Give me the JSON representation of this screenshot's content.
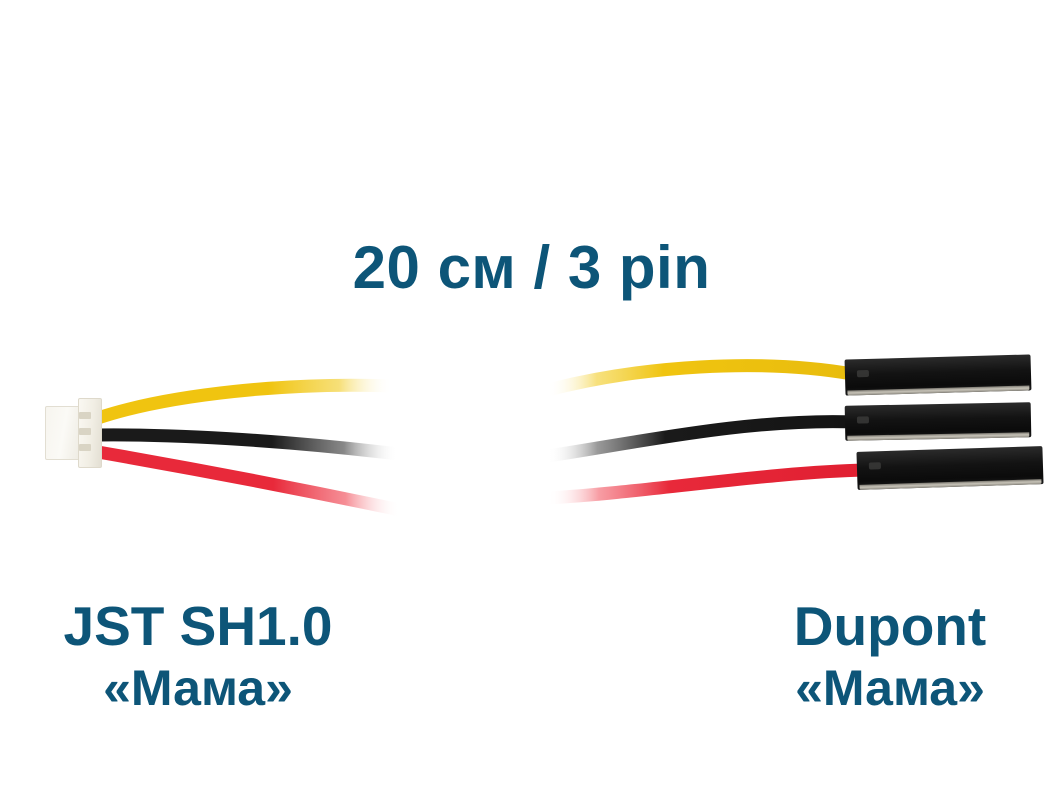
{
  "page": {
    "background_color": "#ffffff",
    "text_color": "#0d5578"
  },
  "title": {
    "text": "20 см / 3 pin"
  },
  "captions": {
    "left": {
      "main": "JST SH1.0",
      "sub": "«Мама»"
    },
    "right": {
      "main": "Dupont",
      "sub": "«Мама»"
    }
  },
  "product": {
    "cable": {
      "pin_count": 3,
      "length_label": "20 см",
      "wires": [
        {
          "name": "signal-wire",
          "color": "#f0c410",
          "position": "top"
        },
        {
          "name": "ground-wire",
          "color": "#1a1a1a",
          "position": "middle"
        },
        {
          "name": "power-wire",
          "color": "#e8293a",
          "position": "bottom"
        }
      ]
    },
    "left_connector": {
      "type": "JST SH1.0",
      "gender": "«Мама»",
      "housing_color": "#f5f2ea",
      "pins": 3
    },
    "right_connector": {
      "type": "Dupont",
      "gender": "«Мама»",
      "housing_color": "#131313",
      "pins": 3,
      "housing_count": 3
    }
  }
}
